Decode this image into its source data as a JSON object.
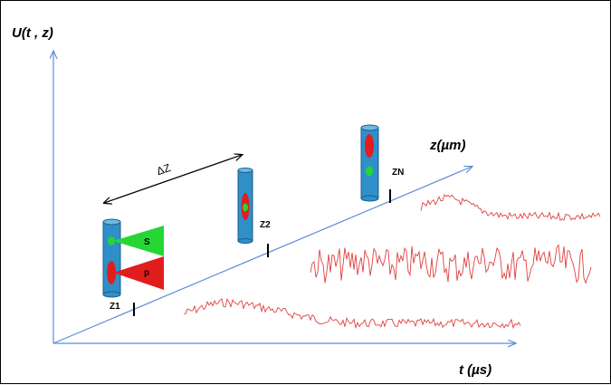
{
  "labels": {
    "u_axis": "U(t , z)",
    "z_axis": "z(µm)",
    "t_axis": "t (µs)",
    "delta_z": "ΔZ",
    "z1": "Z1",
    "z2": "Z2",
    "zn": "ZN",
    "s": "S",
    "p": "p"
  },
  "colors": {
    "axis": "#5b8ed6",
    "fiber": "#2f8fc9",
    "fiber_dark": "#1c5f8a",
    "red": "#e11d1d",
    "green": "#25d634",
    "signal": "#e04040"
  }
}
